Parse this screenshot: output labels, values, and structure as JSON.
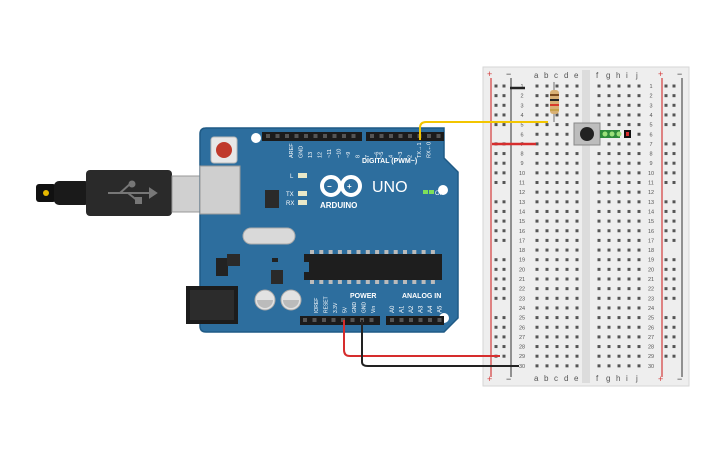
{
  "arduino": {
    "brand": "ARDUINO",
    "model": "UNO",
    "digital_header": "DIGITAL (PWM~)",
    "analog_header": "ANALOG IN",
    "power_header": "POWER",
    "on_label": "ON",
    "led_labels": [
      "L",
      "TX",
      "RX"
    ],
    "digital_pins": [
      "AREF",
      "GND",
      "13",
      "12",
      "~11",
      "~10",
      "~9",
      "8",
      "7",
      "~6",
      "~5",
      "4",
      "~3",
      "2",
      "TX→1",
      "RX←0"
    ],
    "power_pins": [
      "IOREF",
      "RESET",
      "3.3V",
      "5V",
      "GND",
      "GND",
      "Vin"
    ],
    "analog_pins": [
      "A0",
      "A1",
      "A2",
      "A3",
      "A4",
      "A5"
    ],
    "colors": {
      "board": "#2d6e9e",
      "board_dark": "#1f5a85",
      "reset_button": "#c0392b",
      "on_led": "#7ee05a"
    }
  },
  "breadboard": {
    "column_letters_left": [
      "a",
      "b",
      "c",
      "d",
      "e"
    ],
    "column_letters_right": [
      "f",
      "g",
      "h",
      "i",
      "j"
    ],
    "rail_plus": "+",
    "rail_minus": "−",
    "row_count": 30,
    "row_numbers": [
      "1",
      "2",
      "3",
      "4",
      "5",
      "6",
      "7",
      "8",
      "9",
      "10",
      "11",
      "12",
      "13",
      "14",
      "15",
      "16",
      "17",
      "18",
      "19",
      "20",
      "21",
      "22",
      "23",
      "24",
      "25",
      "26",
      "27",
      "28",
      "29",
      "30"
    ],
    "colors": {
      "body": "#eeeeee",
      "hole": "#555555",
      "rail_red": "#d43b3b",
      "rail_black": "#333333"
    }
  },
  "components": {
    "resistor": "resistor",
    "pushbutton": "pushbutton",
    "usb_cable": "usb-cable"
  },
  "wires": {
    "colors": {
      "signal": "#f2c500",
      "power": "#d62d2d",
      "ground": "#222222"
    }
  }
}
